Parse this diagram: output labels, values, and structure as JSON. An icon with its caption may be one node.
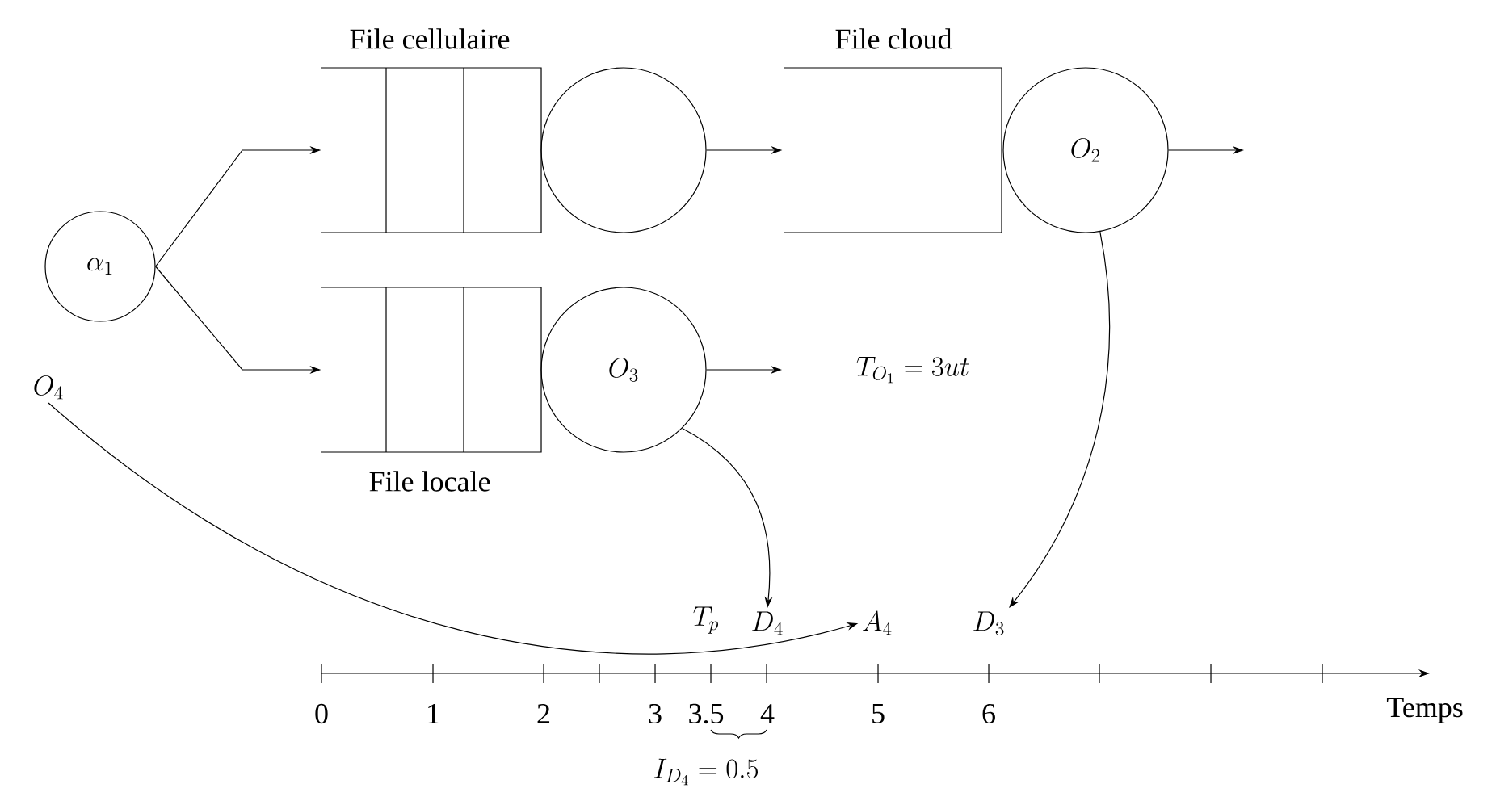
{
  "diagram": {
    "nodes": [
      {
        "text": [
          "\\alpha_1"
        ]
      },
      {
        "text": [
          "File cellulaire"
        ]
      },
      {
        "text": [],
        "shape": "circle"
      },
      {
        "text": [
          "File cloud"
        ]
      },
      {
        "text": [
          "O_2"
        ]
      },
      {
        "text": [
          "File locale"
        ]
      },
      {
        "text": [
          "O_3"
        ]
      },
      {
        "text": [
          "O_4"
        ]
      },
      {
        "text": [
          "D_4"
        ]
      },
      {
        "text": [
          "A_4"
        ]
      },
      {
        "text": [
          "D_3"
        ]
      }
    ],
    "edges": [
      {
        "from": 0,
        "to": 1,
        "arrow": "to"
      },
      {
        "from": 0,
        "to": 5,
        "arrow": "to"
      },
      {
        "from": 2,
        "to": 3,
        "arrow": "to"
      },
      {
        "from": 4,
        "to": null,
        "arrow": "to"
      },
      {
        "from": 6,
        "to": null,
        "arrow": "to"
      },
      {
        "from": 7,
        "to": 9,
        "arrow": "to"
      },
      {
        "from": 6,
        "to": 8,
        "arrow": "to"
      },
      {
        "from": 4,
        "to": 10,
        "arrow": "to"
      }
    ],
    "labels": [
      "T_{O_1} = 3ut",
      "T_p",
      "0",
      "1",
      "2",
      "3",
      "3.5",
      "4",
      "5",
      "6",
      "Temps",
      "I_{D_4} = 0.5"
    ]
  }
}
